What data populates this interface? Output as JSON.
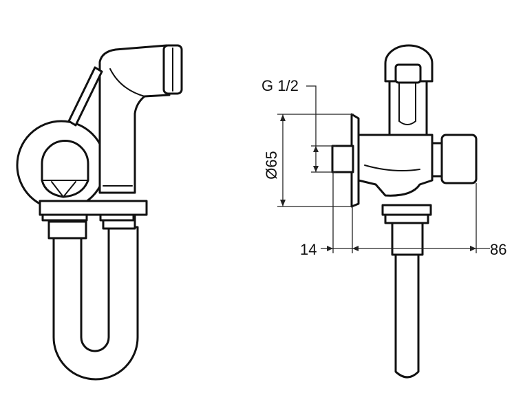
{
  "dimensions": {
    "thread_label": "G 1/2",
    "diameter_label": "Ø65",
    "offset_label": "14",
    "depth_label": "86"
  },
  "colors": {
    "line": "#111111",
    "background": "#ffffff"
  }
}
